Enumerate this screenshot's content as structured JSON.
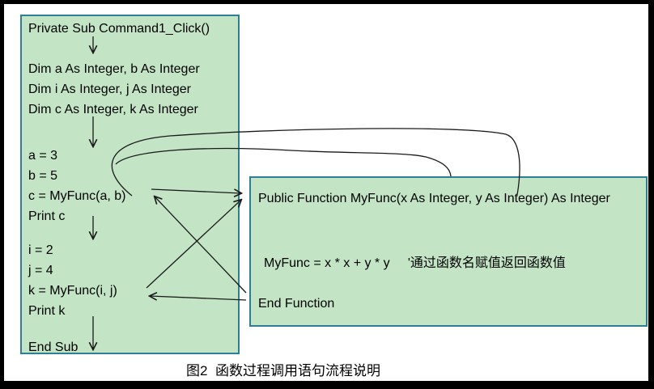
{
  "figure": {
    "caption": "图2  函数过程调用语句流程说明"
  },
  "left_box": {
    "lines": [
      "Private Sub Command1_Click()",
      "Dim a As Integer, b As Integer",
      "Dim i As Integer, j As Integer",
      "Dim c As Integer, k As Integer",
      "a = 3",
      "b = 5",
      "c = MyFunc(a, b)",
      "Print c",
      "i = 2",
      "j = 4",
      "k = MyFunc(i, j)",
      "Print k",
      "End Sub"
    ]
  },
  "right_box": {
    "lines": [
      "Public Function MyFunc(x As Integer, y As Integer) As Integer",
      "MyFunc = x * x + y * y     '通过函数名赋值返回函数值",
      "End Function"
    ]
  },
  "colors": {
    "box_fill": "#c3e5c6",
    "box_border": "#2e7f96",
    "arrow_color": "#1a1a1a",
    "frame_color": "#000000",
    "page_bg": "#ffffff"
  }
}
